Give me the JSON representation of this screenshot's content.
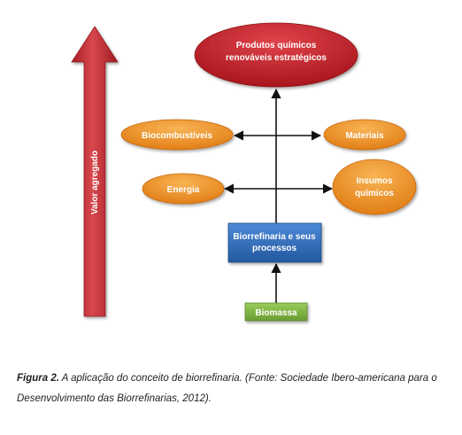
{
  "diagram": {
    "value_arrow_label": "Valor agregado",
    "top_node": [
      "Produtos químicos",
      "renováveis estratégicos"
    ],
    "left_upper_node": "Biocombustíveis",
    "right_upper_node": "Materiais",
    "left_lower_node": "Energia",
    "right_lower_node": [
      "Insumos",
      "químicos"
    ],
    "process_node": [
      "Biorrefinaria e seus",
      "processos"
    ],
    "source_node": "Biomassa",
    "colors": {
      "arrow_red": "#c9333a",
      "top_red": "#c1272d",
      "orange": "#f0942a",
      "blue": "#2f6fbe",
      "green": "#7fb343",
      "connector": "#111111"
    }
  },
  "caption": {
    "label": "Figura 2.",
    "text": " A aplicação do conceito de biorrefinaria. (Fonte: Sociedade Ibero-americana para o Desenvolvimento das Biorrefinarias, 2012)."
  }
}
